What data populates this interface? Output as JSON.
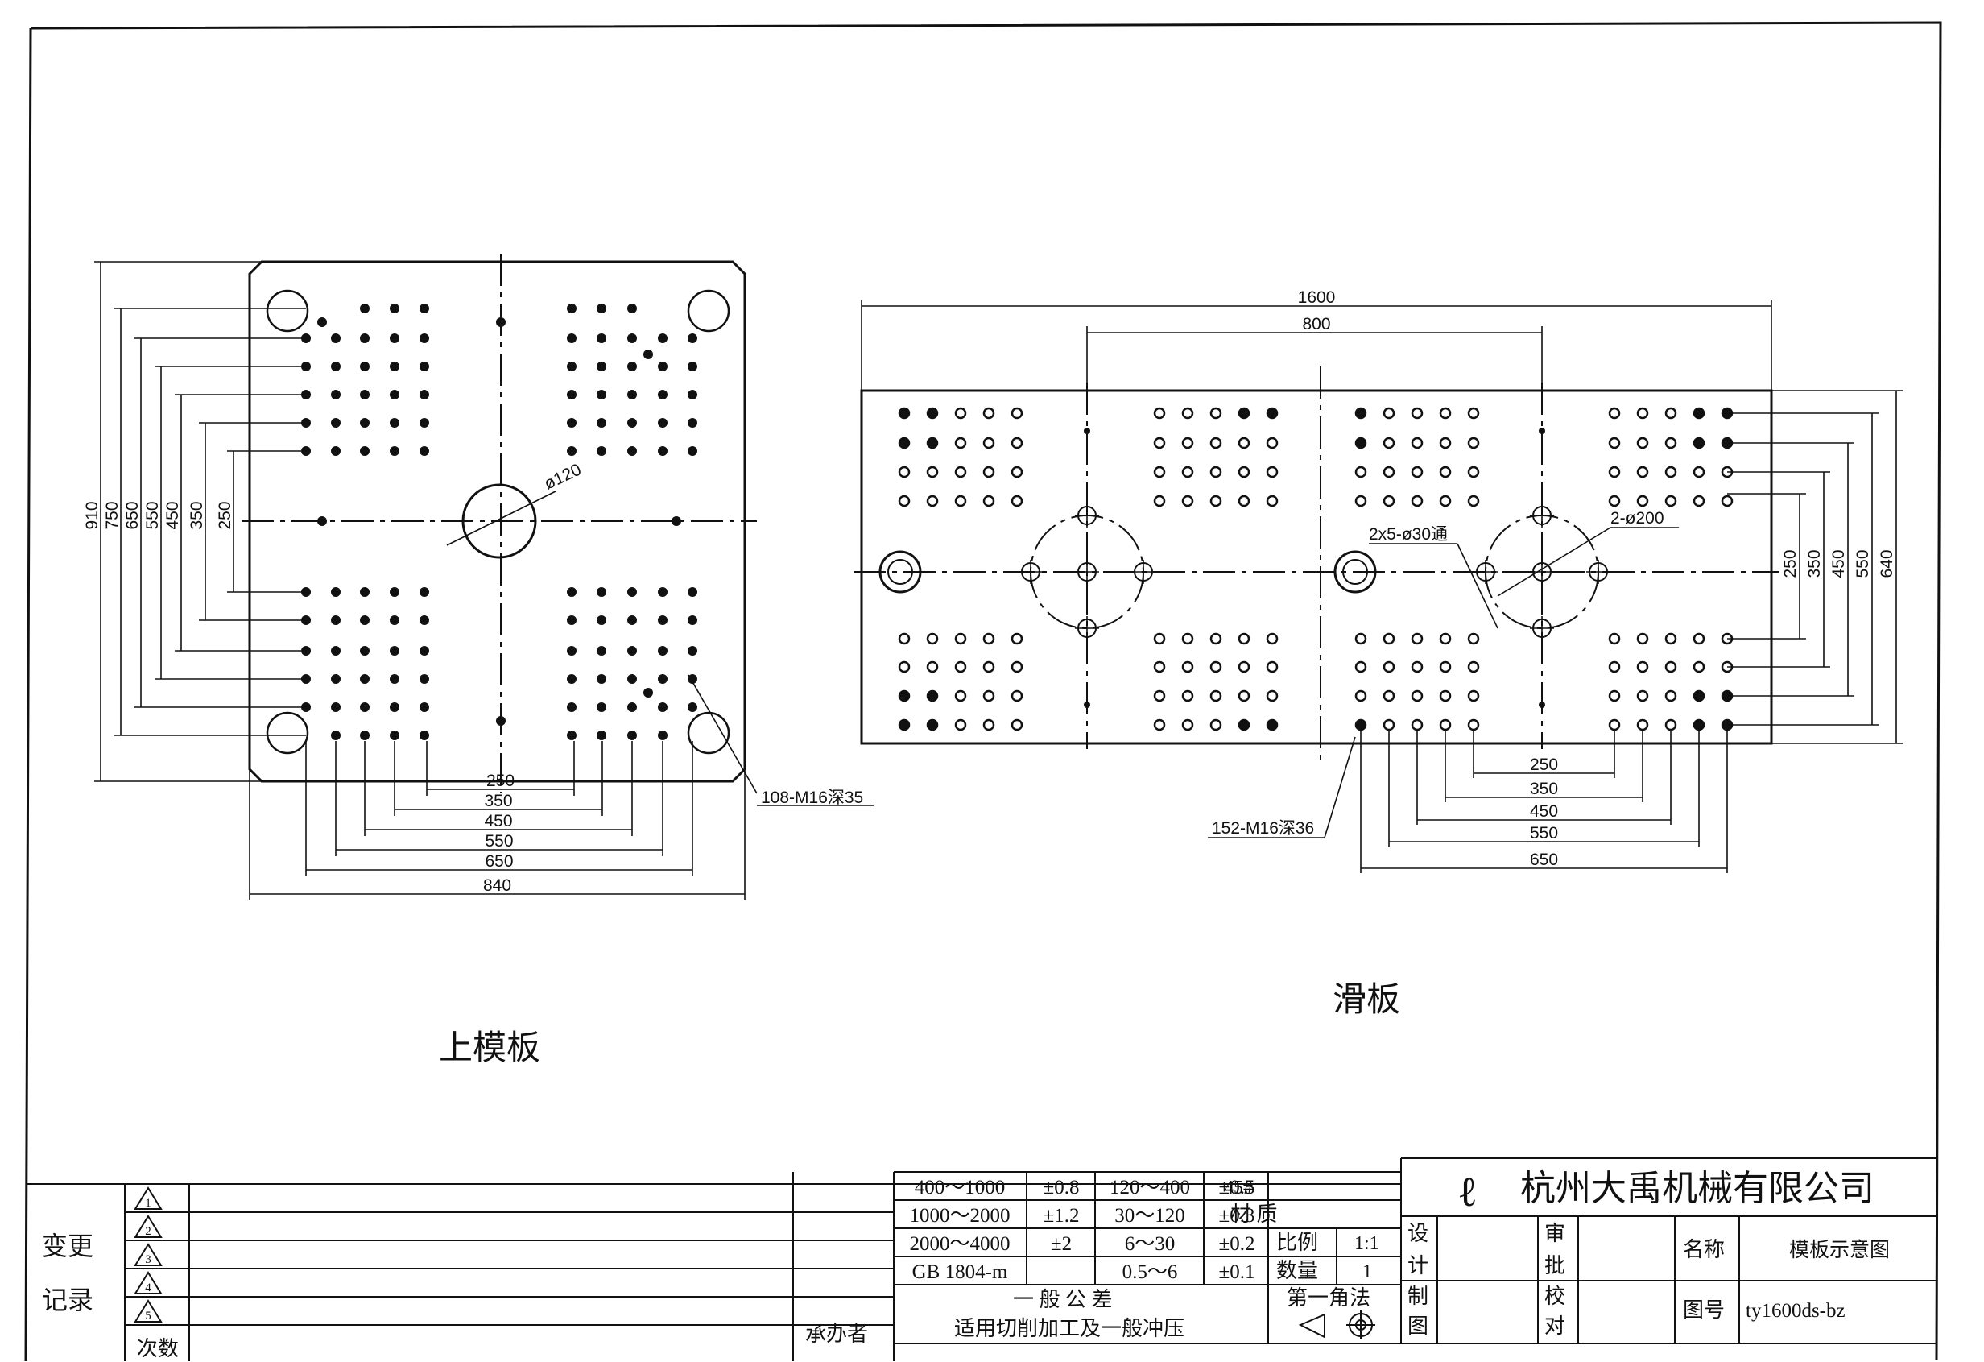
{
  "upper_plate": {
    "title": "上模板",
    "center_hole": "ø120",
    "hole_callout": "108-M16深35",
    "h_dims": [
      "250",
      "350",
      "450",
      "550",
      "650",
      "840"
    ],
    "v_dims": [
      "910",
      "750",
      "650",
      "550",
      "450",
      "350",
      "250"
    ]
  },
  "slide_plate": {
    "title": "滑板",
    "top_dims": [
      "1600",
      "800"
    ],
    "hole_callout": "152-M16深36",
    "through_holes": "2x5-ø30通",
    "pitch_circle": "2-ø200",
    "h_dims": [
      "250",
      "350",
      "450",
      "550",
      "650"
    ],
    "v_dims": [
      "250",
      "350",
      "450",
      "550",
      "640"
    ]
  },
  "title_block": {
    "change_record": [
      "变更",
      "记录"
    ],
    "revision_marks": [
      "1",
      "2",
      "3",
      "4",
      "5"
    ],
    "count_label": "次数",
    "handler_label": "承办者",
    "tolerances": [
      [
        "400～1000",
        "±0.8",
        "120～400",
        "±0.5"
      ],
      [
        "1000～2000",
        "±1.2",
        "30～120",
        "±0.3"
      ],
      [
        "2000～4000",
        "±2",
        "6～30",
        "±0.2"
      ],
      [
        "GB 1804-m",
        "",
        "0.5～6",
        "±0.1"
      ]
    ],
    "tolerance_title": "一 般 公 差",
    "tolerance_note": "适用切削加工及一般冲压",
    "material": "45#",
    "material_label": "材 质",
    "scale_label": "比例",
    "scale_value": "1:1",
    "qty_label": "数量",
    "qty_value": "1",
    "projection": "第一角法",
    "design": [
      "设",
      "计"
    ],
    "draw": [
      "制",
      "图"
    ],
    "review": [
      "审",
      "批"
    ],
    "check": [
      "校",
      "对"
    ],
    "company_logo": "ℓ",
    "company": "杭州大禹机械有限公司",
    "name_label": "名称",
    "name_value": "模板示意图",
    "drawing_no_label": "图号",
    "drawing_no_value": "ty1600ds-bz"
  }
}
